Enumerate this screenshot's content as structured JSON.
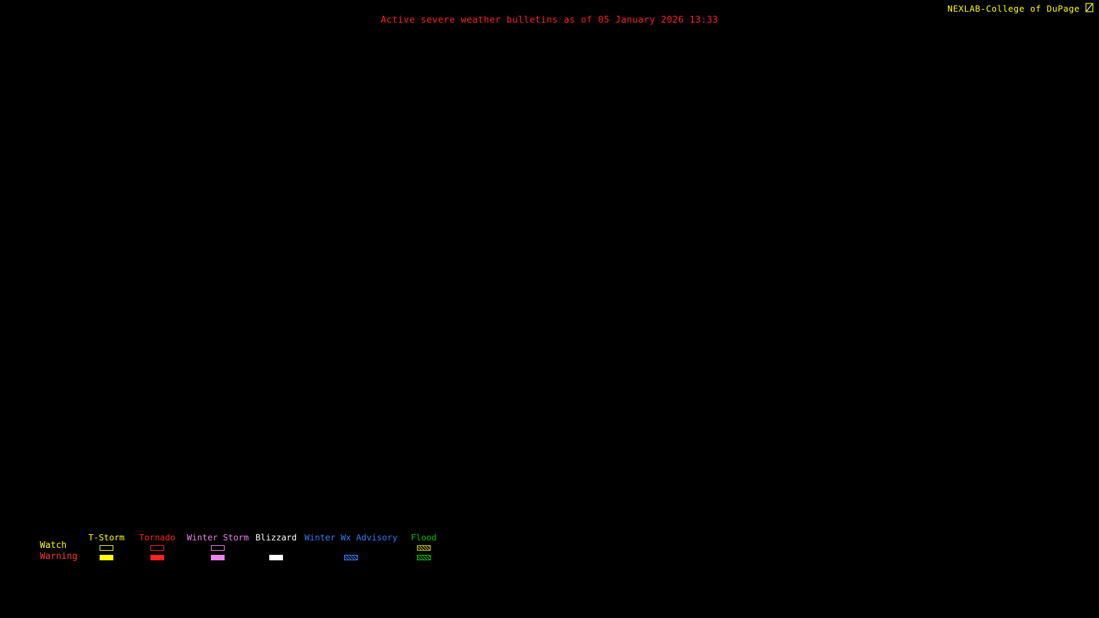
{
  "header": {
    "title": "Active severe weather bulletins as of 05 January 2026 13:33",
    "title_color": "#ff2222",
    "brand": "NEXLAB-College of DuPage",
    "brand_color": "#ffff00",
    "brand_icon": "logo-glyph"
  },
  "colors": {
    "background": "#000000"
  },
  "legend": {
    "row_labels": [
      {
        "label": "Watch",
        "color": "#ffff00"
      },
      {
        "label": "Warning",
        "color": "#ff3b30"
      }
    ],
    "columns": [
      {
        "label": "T-Storm",
        "label_color": "#ffff00",
        "watch": {
          "style": "outline",
          "color": "#ffff00"
        },
        "warning": {
          "style": "solid",
          "color": "#ffff00"
        }
      },
      {
        "label": "Tornado",
        "label_color": "#ff2222",
        "watch": {
          "style": "outline",
          "color": "#ff2222"
        },
        "warning": {
          "style": "solid",
          "color": "#ff2222"
        }
      },
      {
        "label": "Winter Storm",
        "label_color": "#ee82ee",
        "watch": {
          "style": "outline",
          "color": "#ee82ee"
        },
        "warning": {
          "style": "solid",
          "color": "#ee82ee"
        }
      },
      {
        "label": "Blizzard",
        "label_color": "#ffffff",
        "watch": {
          "style": "none",
          "color": ""
        },
        "warning": {
          "style": "solid",
          "color": "#ffffff"
        }
      },
      {
        "label": "Winter Wx Advisory",
        "label_color": "#2f7df6",
        "watch": {
          "style": "none",
          "color": ""
        },
        "warning": {
          "style": "hatch",
          "color": "#2f7df6"
        }
      },
      {
        "label": "Flood",
        "label_color": "#00c000",
        "watch": {
          "style": "hatch",
          "color": "#c8c800"
        },
        "warning": {
          "style": "hatch",
          "color": "#00c000"
        }
      }
    ]
  }
}
